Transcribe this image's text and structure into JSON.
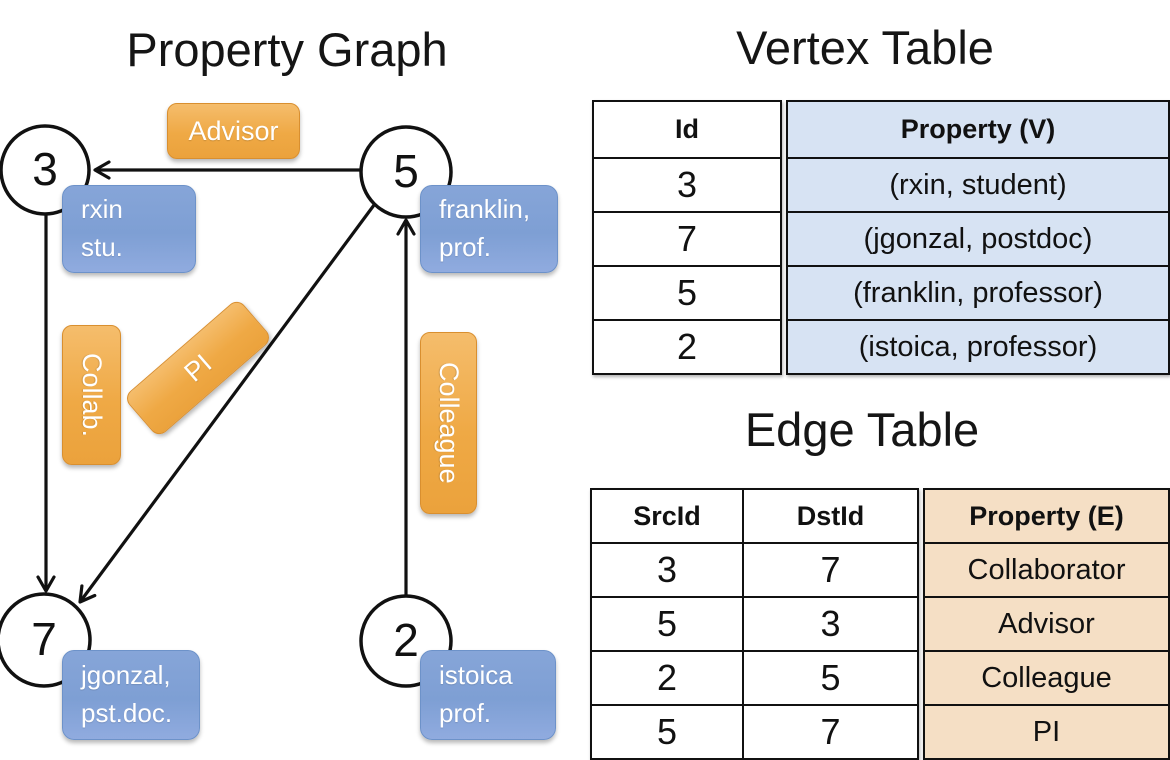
{
  "graph": {
    "title": "Property Graph",
    "nodes": [
      {
        "id": "3"
      },
      {
        "id": "5"
      },
      {
        "id": "7"
      },
      {
        "id": "2"
      }
    ],
    "vertex_boxes": [
      {
        "name": "rxin",
        "lines": [
          "rxin",
          "stu."
        ]
      },
      {
        "name": "franklin",
        "lines": [
          "franklin,",
          "prof."
        ]
      },
      {
        "name": "jgonzal",
        "lines": [
          "jgonzal,",
          "pst.doc."
        ]
      },
      {
        "name": "istoica",
        "lines": [
          "istoica",
          "prof."
        ]
      }
    ],
    "edge_boxes": {
      "advisor": "Advisor",
      "collab": "Collab.",
      "pi": "PI",
      "colleague": "Colleague"
    }
  },
  "vertex_table": {
    "title": "Vertex Table",
    "id_header": "Id",
    "property_header": "Property (V)",
    "rows": [
      {
        "id": "3",
        "property": "(rxin, student)"
      },
      {
        "id": "7",
        "property": "(jgonzal, postdoc)"
      },
      {
        "id": "5",
        "property": "(franklin, professor)"
      },
      {
        "id": "2",
        "property": "(istoica, professor)"
      }
    ]
  },
  "edge_table": {
    "title": "Edge Table",
    "src_header": "SrcId",
    "dst_header": "DstId",
    "property_header": "Property (E)",
    "rows": [
      {
        "src": "3",
        "dst": "7",
        "property": "Collaborator"
      },
      {
        "src": "5",
        "dst": "3",
        "property": "Advisor"
      },
      {
        "src": "2",
        "dst": "5",
        "property": "Colleague"
      },
      {
        "src": "5",
        "dst": "7",
        "property": "PI"
      }
    ]
  },
  "colors": {
    "edge_label_orange": "#efa945",
    "vertex_label_blue": "#7e9fd4",
    "vertex_table_fill": "#d7e3f3",
    "edge_table_fill": "#f5dfc5",
    "line_black": "#111111"
  }
}
